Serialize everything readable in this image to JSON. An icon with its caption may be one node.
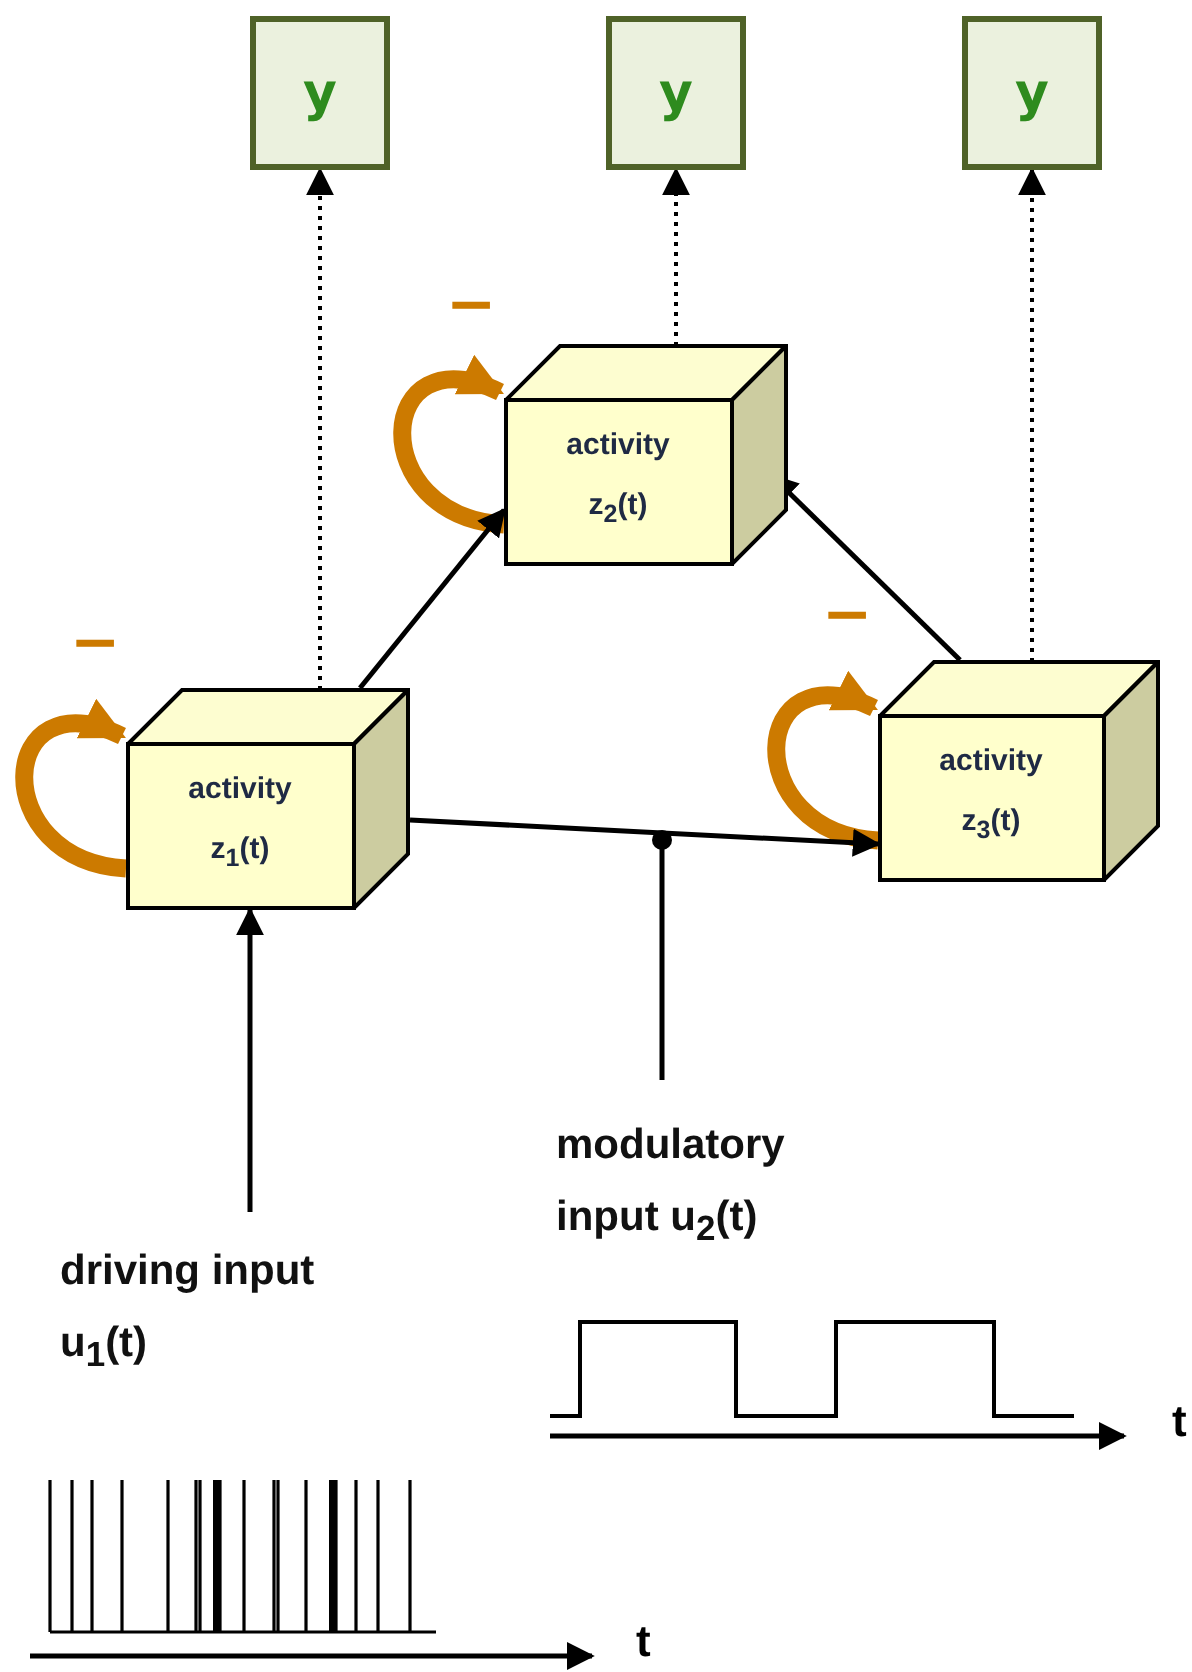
{
  "diagram": {
    "nodes": [
      {
        "text": [
          "y"
        ]
      },
      {
        "text": [
          "y"
        ]
      },
      {
        "text": [
          "y"
        ]
      },
      {
        "text": [
          "activity z$_{2}$(t)"
        ]
      },
      {
        "text": [
          "activity z$_{1}$(t)"
        ]
      },
      {
        "text": [
          "activity z$_{3}$(t)"
        ]
      },
      {
        "text": [
          "driving input u$_{1}$(t)"
        ]
      },
      {
        "text": [
          "modulatory input u$_{2}$(t)"
        ]
      },
      {
        "text": [],
        "shape": "circle"
      }
    ],
    "edges": [
      {
        "from": 4,
        "to": 0,
        "arrow": "to",
        "style": "dashed"
      },
      {
        "from": 3,
        "to": 1,
        "arrow": "to",
        "style": "dashed"
      },
      {
        "from": 5,
        "to": 2,
        "arrow": "to",
        "style": "dashed"
      },
      {
        "from": 3,
        "to": 3,
        "arrow": "to",
        "label": "−",
        "style": "thick",
        "color": "#cc7a00"
      },
      {
        "from": 4,
        "to": 4,
        "arrow": "to",
        "label": "−",
        "style": "thick",
        "color": "#cc7a00"
      },
      {
        "from": 5,
        "to": 5,
        "arrow": "to",
        "label": "−",
        "style": "thick",
        "color": "#cc7a00"
      },
      {
        "from": 4,
        "to": 3,
        "arrow": "to"
      },
      {
        "from": 5,
        "to": 3,
        "arrow": "to"
      },
      {
        "from": 4,
        "to": 5,
        "arrow": "to"
      },
      {
        "from": 6,
        "to": 4,
        "arrow": "to"
      },
      {
        "from": 7,
        "to": 8,
        "arrow": "none"
      }
    ],
    "labels": [
      "t",
      "t"
    ]
  }
}
